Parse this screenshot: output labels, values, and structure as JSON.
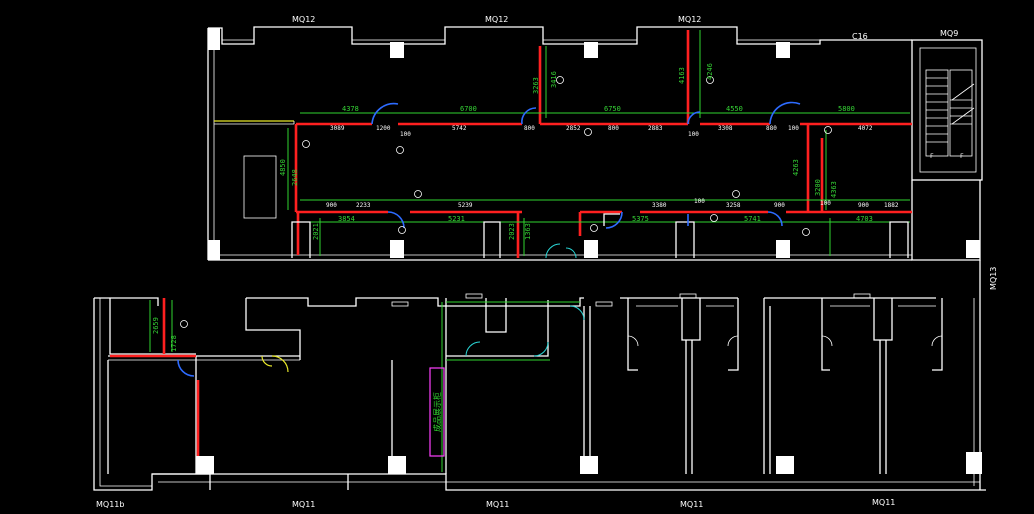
{
  "colors": {
    "background": "#000000",
    "wall": "#ffffff",
    "new_partition": "#ff2020",
    "dimension": "#2fd42f",
    "door": "#2d6bff",
    "window": "#e8e82a",
    "sign_panel": "#ff40ff"
  },
  "wall_labels": {
    "top_1": "MQ12",
    "top_2": "MQ12",
    "top_3": "MQ12",
    "top_c16": "C16",
    "top_mq9": "MQ9",
    "right_mq13": "MQ13",
    "bottom_1": "MQ11b",
    "bottom_2": "MQ11",
    "bottom_3": "MQ11",
    "bottom_4": "MQ11",
    "bottom_5": "MQ11"
  },
  "corridor_upper_dims": [
    "4378",
    "6700",
    "6750",
    "4550",
    "5800"
  ],
  "corridor_upper_sub_dims": [
    "3089",
    "1200",
    "5742",
    "100",
    "800",
    "2852",
    "800",
    "2883",
    "100",
    "3308",
    "880",
    "100",
    "4072"
  ],
  "corridor_lower_dims": [
    "900",
    "2233",
    "5239",
    "3380",
    "100",
    "3258",
    "900",
    "100",
    "900",
    "1882"
  ],
  "corridor_lower_sub_dims": [
    "3854",
    "5231",
    "5375",
    "5741",
    "4703"
  ],
  "vertical_dims": [
    "3416",
    "3263",
    "4246",
    "4163",
    "4850",
    "2648",
    "4263",
    "4363",
    "2021",
    "1363",
    "2023",
    "3200",
    "2659",
    "1728"
  ],
  "stair_marks": [
    "F",
    "F"
  ],
  "sign_text": "成品展示柜"
}
